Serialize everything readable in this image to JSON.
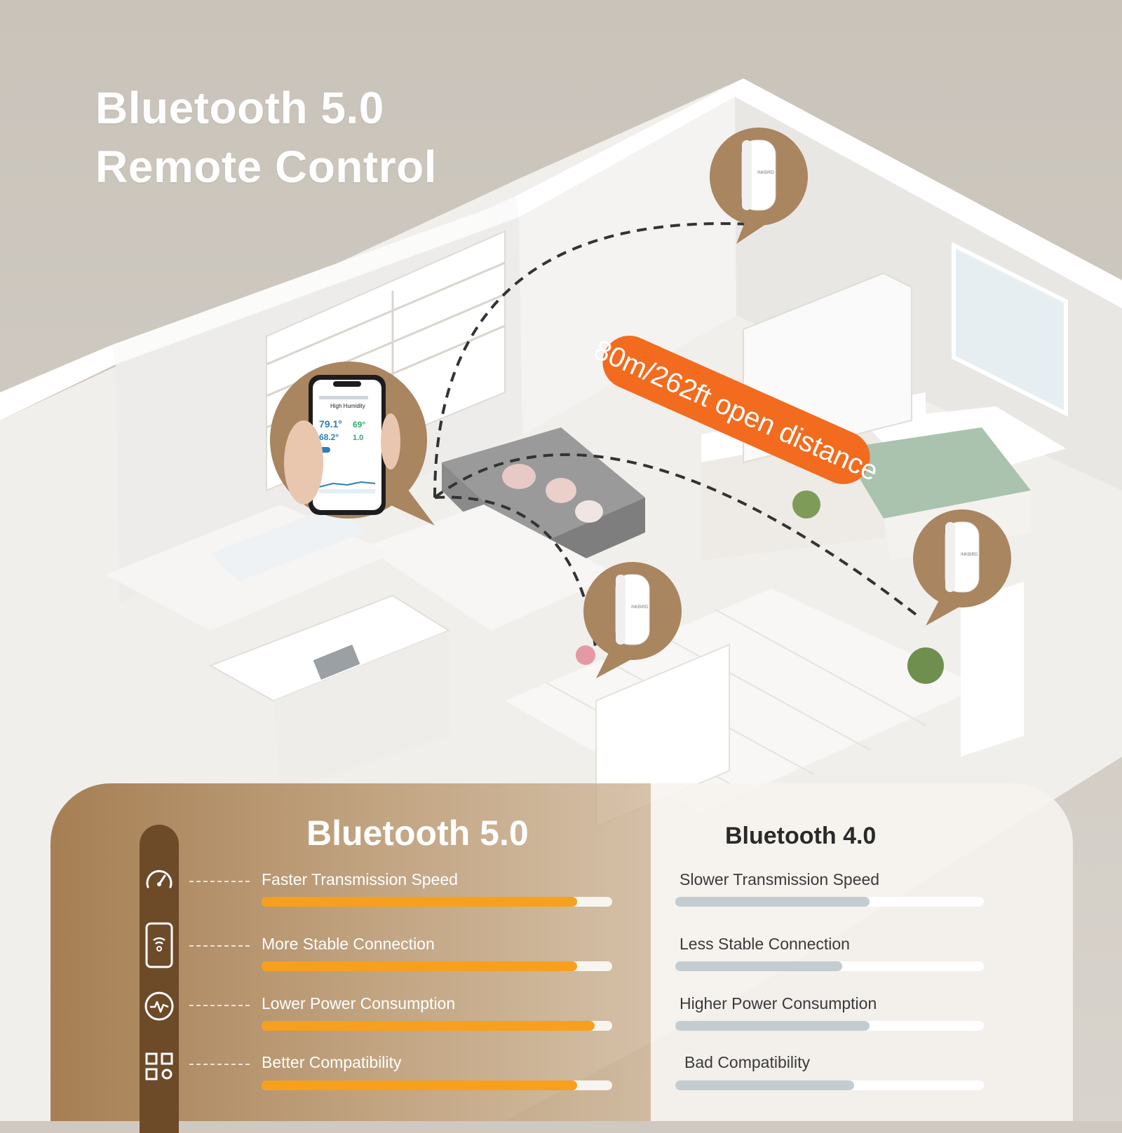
{
  "headline": {
    "line1": "Bluetooth 5.0",
    "line2": "Remote Control"
  },
  "range_badge": {
    "text": "80m/262ft open distance",
    "color": "#f26b1f"
  },
  "phone_bubble": {
    "icon": "smartphone-app",
    "status": "High Humidity"
  },
  "device_bubbles": {
    "icon": "sensor-device",
    "brand": "INKBIRD",
    "count": 3
  },
  "comparison": {
    "left": {
      "title": "Bluetooth 5.0",
      "rows": [
        {
          "icon": "speedometer-icon",
          "label": "Faster Transmission Speed",
          "level": 0.9
        },
        {
          "icon": "phone-signal-icon",
          "label": "More Stable Connection",
          "level": 0.9
        },
        {
          "icon": "power-pulse-icon",
          "label": "Lower Power Consumption",
          "level": 0.95
        },
        {
          "icon": "qr-grid-icon",
          "label": "Better Compatibility",
          "level": 0.9
        }
      ]
    },
    "right": {
      "title": "Bluetooth 4.0",
      "rows": [
        {
          "label": "Slower Transmission Speed",
          "level": 0.63
        },
        {
          "label": "Less Stable Connection",
          "level": 0.54
        },
        {
          "label": "Higher Power Consumption",
          "level": 0.63
        },
        {
          "label": "Bad Compatibility",
          "level": 0.58
        }
      ]
    }
  },
  "colors": {
    "accent_orange": "#f7a01d",
    "brown": "#6d4a28",
    "bubble_tan": "#a98560",
    "badge_orange": "#f26b1f"
  }
}
